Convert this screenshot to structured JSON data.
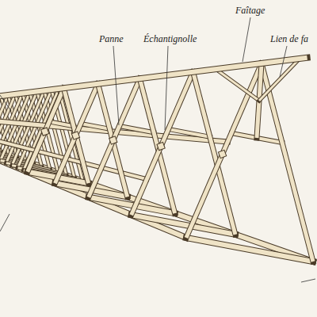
{
  "diagram": {
    "labels": [
      "Panne",
      "Échantignolle",
      "Faîtage",
      "Lien de fa"
    ]
  }
}
